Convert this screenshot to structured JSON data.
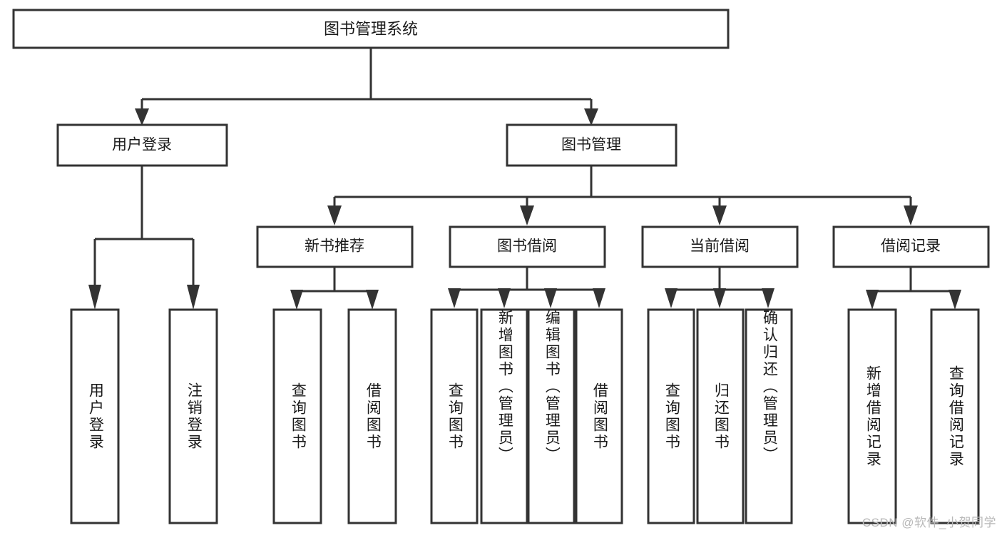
{
  "diagram": {
    "type": "tree",
    "title": "图书管理系统",
    "orientation": "top-down",
    "watermark": "CSDN @软件_小贺同学",
    "colors": {
      "background": "#ffffff",
      "box_stroke": "#333333",
      "box_fill": "#ffffff",
      "text": "#1a1a1a",
      "watermark": "#b8b8b8"
    },
    "root": {
      "id": "root",
      "label": "图书管理系统",
      "level": 0
    },
    "level1": [
      {
        "id": "user-login",
        "label": "用户登录",
        "level": 1
      },
      {
        "id": "book-manage",
        "label": "图书管理",
        "level": 1
      }
    ],
    "level2": [
      {
        "id": "new-book-rec",
        "label": "新书推荐",
        "level": 2,
        "parent": "book-manage"
      },
      {
        "id": "book-borrow",
        "label": "图书借阅",
        "level": 2,
        "parent": "book-manage"
      },
      {
        "id": "current-borrow",
        "label": "当前借阅",
        "level": 2,
        "parent": "book-manage"
      },
      {
        "id": "borrow-record",
        "label": "借阅记录",
        "level": 2,
        "parent": "book-manage"
      }
    ],
    "leaves": {
      "user-login": [
        {
          "id": "leaf-user-login",
          "label": "用户登录"
        },
        {
          "id": "leaf-logout",
          "label": "注销登录"
        }
      ],
      "new-book-rec": [
        {
          "id": "leaf-query-book-1",
          "label": "查询图书"
        },
        {
          "id": "leaf-borrow-book-1",
          "label": "借阅图书"
        }
      ],
      "book-borrow": [
        {
          "id": "leaf-query-book-2",
          "label": "查询图书"
        },
        {
          "id": "leaf-add-book",
          "label": "新增图书（管理员）"
        },
        {
          "id": "leaf-edit-book",
          "label": "编辑图书（管理员）"
        },
        {
          "id": "leaf-borrow-book-2",
          "label": "借阅图书"
        }
      ],
      "current-borrow": [
        {
          "id": "leaf-query-book-3",
          "label": "查询图书"
        },
        {
          "id": "leaf-return-book",
          "label": "归还图书"
        },
        {
          "id": "leaf-confirm-return",
          "label": "确认归还（管理员）"
        }
      ],
      "borrow-record": [
        {
          "id": "leaf-add-record",
          "label": "新增借阅记录"
        },
        {
          "id": "leaf-query-record",
          "label": "查询借阅记录"
        }
      ]
    }
  }
}
